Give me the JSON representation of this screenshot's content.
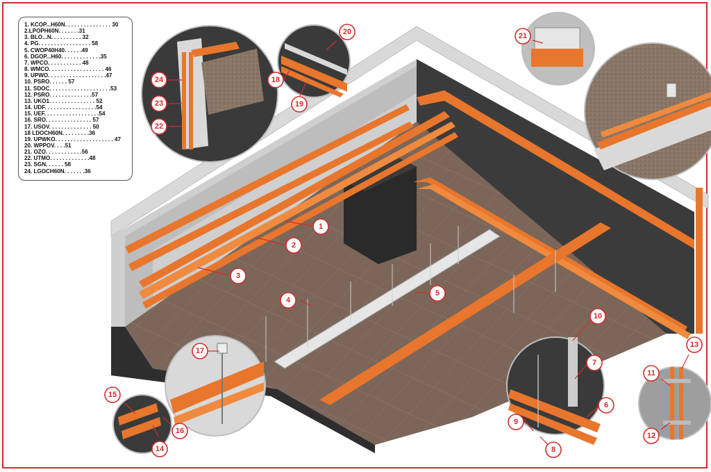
{
  "legend": [
    "1. KCOP...H60N. . . . . . . . . . . . . . . 30",
    "2.LPOPH60N. . . . . . .31",
    "3. BLO...N. . . . . . . . . . 32",
    "4. PG. . . . . . . . . . . . . . . . . 58",
    "5. CWOP40H40. . . . . .49",
    "6. DGOP...H60. . . . . . . . . . . . .35",
    "7. WPCO. . . . . . . . . . . 48",
    "8. WMCO. . . . . . . . . . . . . . . . . . 46",
    "9. UPWO. . . . . . . . . . . . . . . . . . .47",
    "10. PSRO. . . . . . 57",
    "11. SDOC. . . . . . . . . . . . . . . . . . . .53",
    "12. PSRO. . . . . . . . . . . . . .57",
    "13. UKO1. . . . . . . . . . . . . . . 52",
    "14. UDF. . . . . . . . . . . . . . . . .54",
    "15. UEF. . . . . . . . . . . . . . . . . .54",
    "16.  SRO. . . . . . . . . . . . . . . 57",
    "17. USOV. . . . . . . . . . . . . . 50",
    "18 LDOCH60N. . . . . . . . .36",
    "19. UPWKO. . . . . . . . . . . . . . . . . . . 47",
    "20. WPPOV. . . .51",
    "21. OZO. . . . . . . . . . . .56",
    "22. UTMO. . . . . . . . . . . . .48",
    "23. SGN. . . . . . 58",
    "24. LGOCH60N. . . . . . .36"
  ],
  "callouts": [
    "1",
    "2",
    "3",
    "4",
    "5",
    "6",
    "7",
    "8",
    "9",
    "10",
    "11",
    "12",
    "13",
    "14",
    "15",
    "16",
    "17",
    "18",
    "19",
    "20",
    "21",
    "22",
    "23",
    "24"
  ],
  "colors": {
    "frame": "#d42b2b",
    "cable": "#e8762d",
    "floor": "#7b6659",
    "wall_dark": "#3d3d3d",
    "wall_light": "#d9d9d9",
    "callout": "#d42b2b"
  }
}
